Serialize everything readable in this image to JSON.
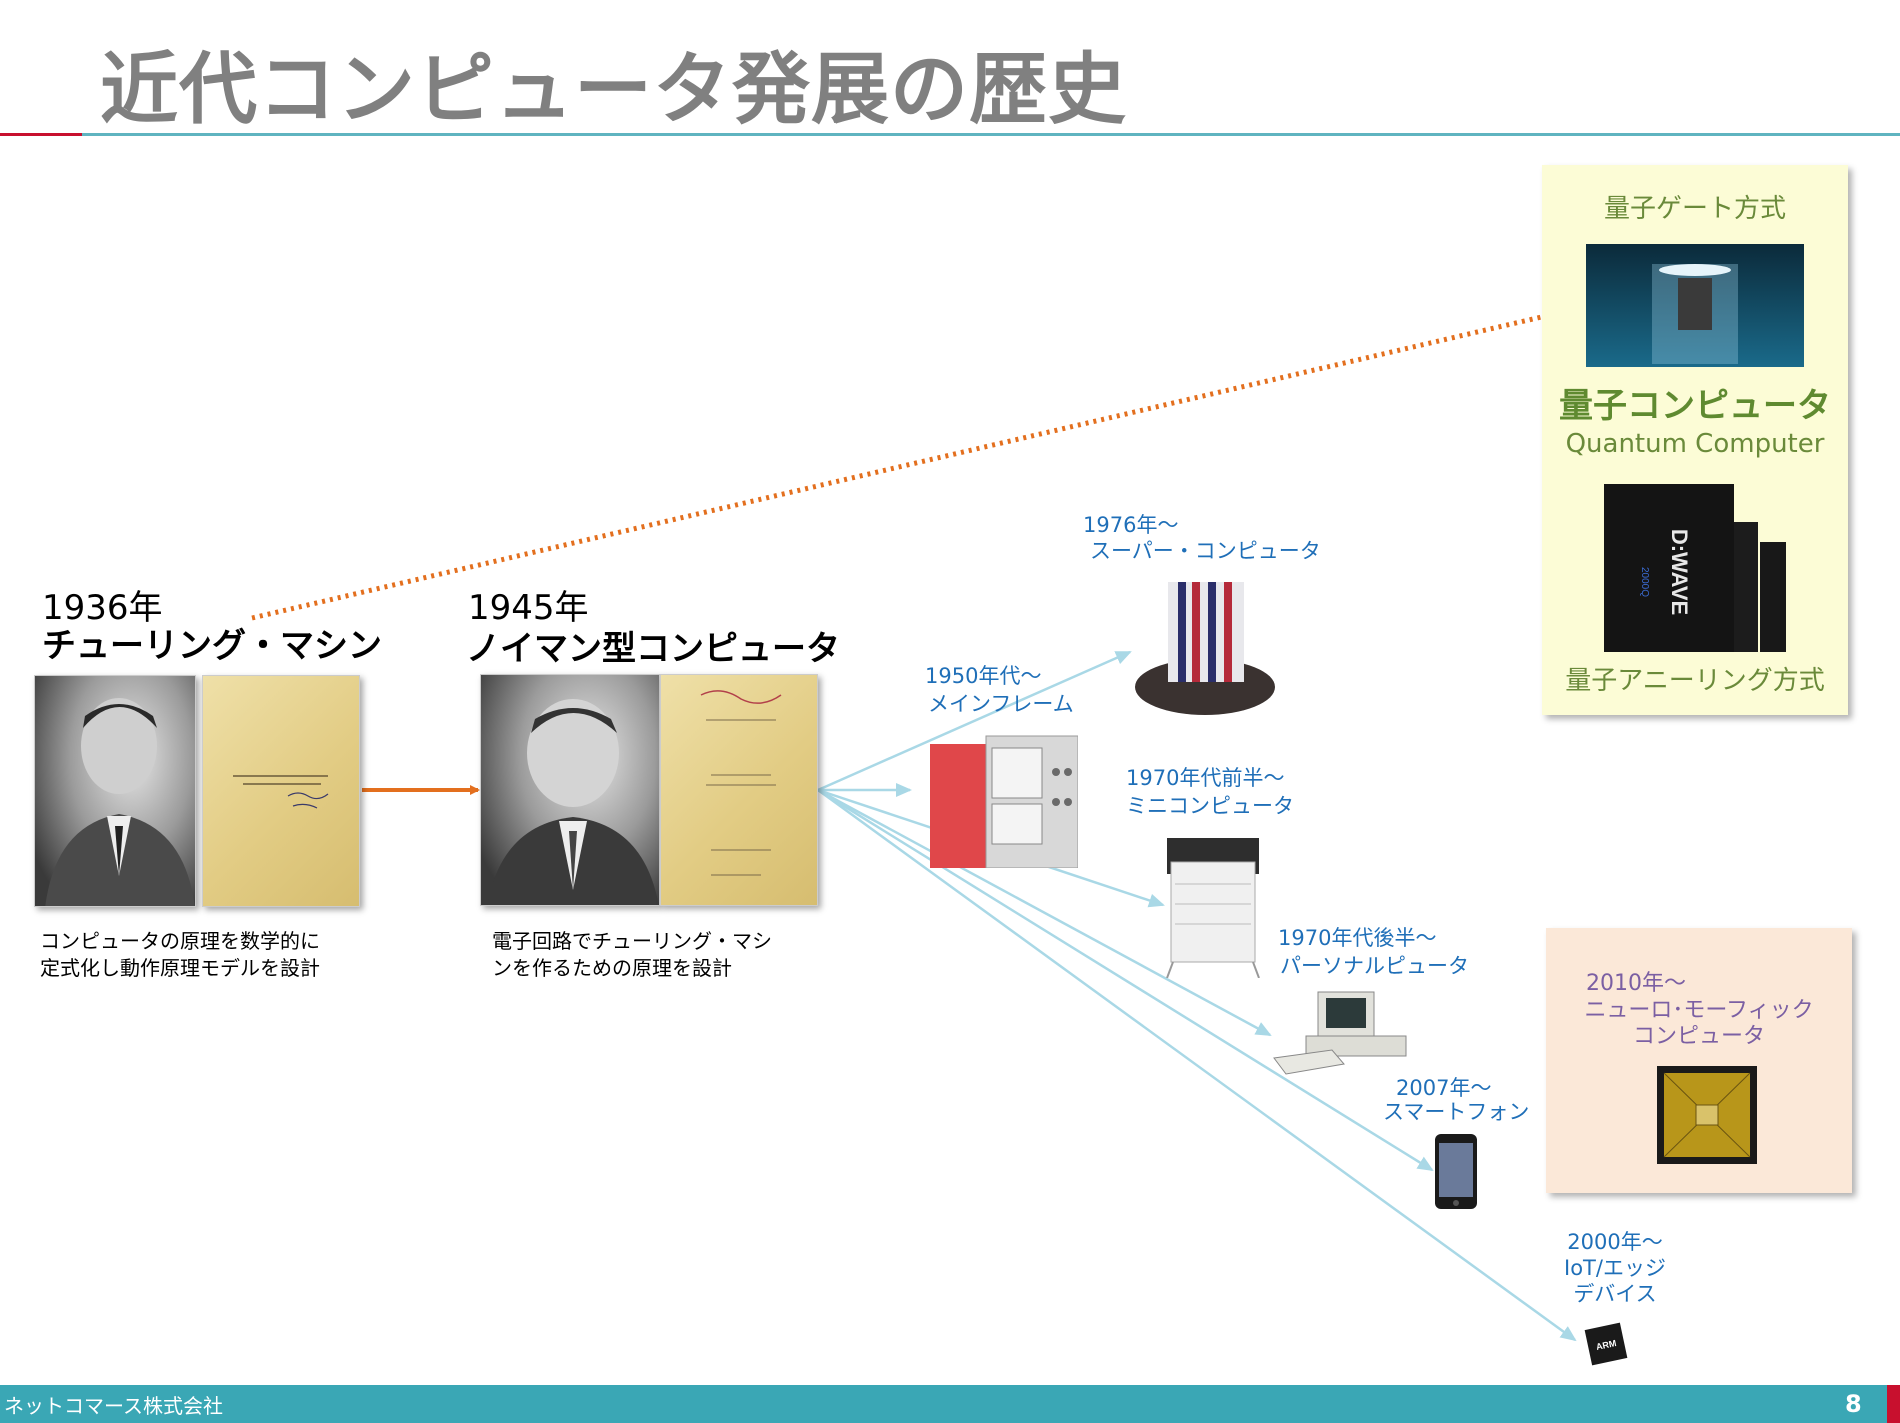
{
  "slide": {
    "title": "近代コンピュータ発展の歴史",
    "page_number": "8",
    "company": "ネットコマース株式会社"
  },
  "turing": {
    "year": "1936年",
    "name": "チューリング・マシン",
    "caption_line1": "コンピュータの原理を数学的に",
    "caption_line2": "定式化し動作原理モデルを設計"
  },
  "neumann": {
    "year": "1945年",
    "name": "ノイマン型コンピュータ",
    "caption_line1": "電子回路でチューリング・マシ",
    "caption_line2": "ンを作るための原理を設計"
  },
  "branches": {
    "mainframe": {
      "year": "1950年代～",
      "name": "メインフレーム"
    },
    "supercomputer": {
      "year": "1976年～",
      "name": "スーパー・コンピュータ"
    },
    "minicomputer": {
      "year": "1970年代前半～",
      "name": "ミニコンピュータ"
    },
    "personal": {
      "year": "1970年代後半～",
      "name": "パーソナルピュータ"
    },
    "smartphone": {
      "year": "2007年～",
      "name": "スマートフォン"
    },
    "iot": {
      "year": "2000年～",
      "name_line1": "IoT/エッジ",
      "name_line2": "デバイス"
    }
  },
  "quantum": {
    "gate_label": "量子ゲート方式",
    "title": "量子コンピュータ",
    "subtitle": "Quantum Computer",
    "annealing_label": "量子アニーリング方式",
    "dwave_text": "D:WAVE 2000Q"
  },
  "neuromorphic": {
    "year": "2010年～",
    "name_line1": "ニューロ･モーフィック",
    "name_line2": "コンピュータ"
  },
  "colors": {
    "title_gray": "#808080",
    "accent_red": "#c8102e",
    "teal": "#3aa7b5",
    "arrow_orange": "#e36f1e",
    "branch_blue": "#a9d8e6",
    "label_blue": "#1f6fb8",
    "quantum_bg": "#fcfcd6",
    "quantum_green": "#5f8a30",
    "neuro_bg": "#fbe8d8",
    "neuro_purple": "#7b5fa3"
  }
}
